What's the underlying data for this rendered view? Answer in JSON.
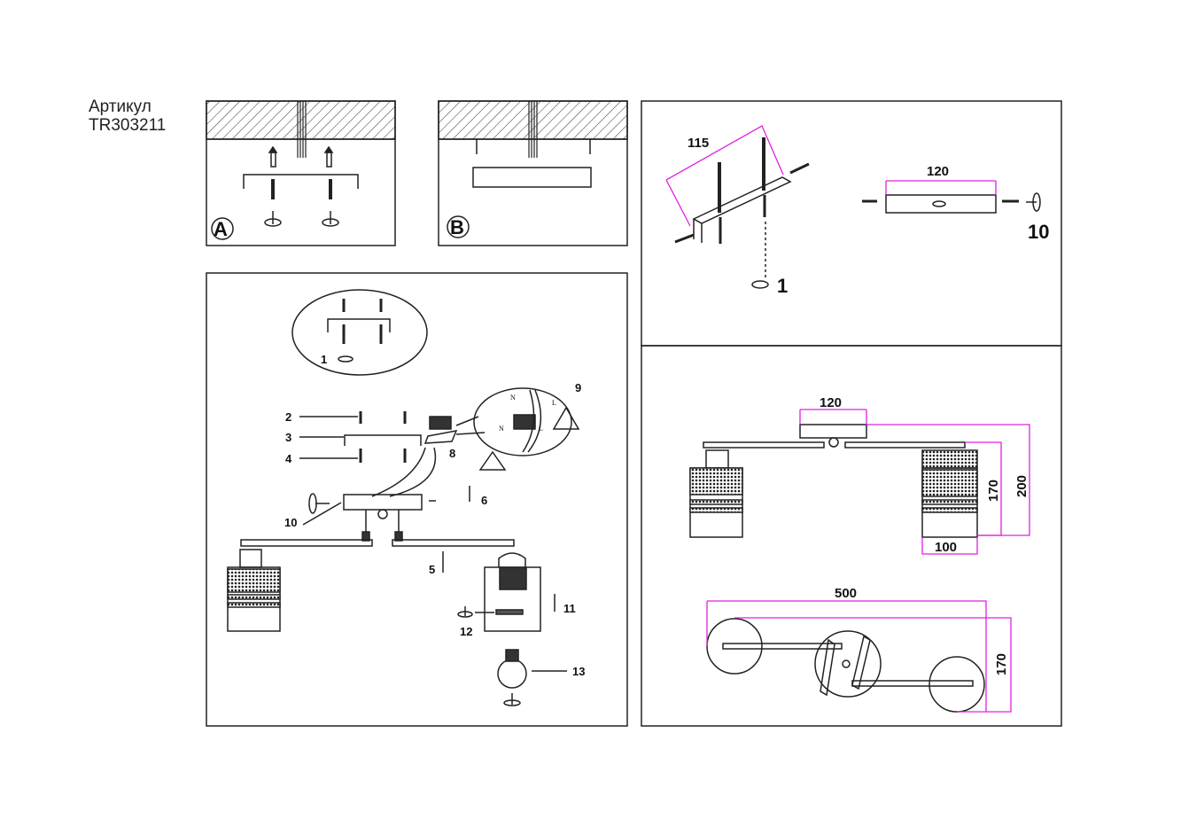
{
  "header": {
    "label": "Артикул",
    "article": "TR303211"
  },
  "panel_a": {
    "label": "A"
  },
  "panel_b": {
    "label": "B"
  },
  "assembly": {
    "inset_step": "1",
    "steps": {
      "s2": "2",
      "s3": "3",
      "s4": "4",
      "s5": "5",
      "s6": "6",
      "s8": "8",
      "s9": "9",
      "s10": "10",
      "s11": "11",
      "s12": "12",
      "s13": "13"
    },
    "wiring": {
      "n1": "N",
      "l1": "L",
      "n2": "N",
      "l2": "L"
    }
  },
  "mounting": {
    "dim_bracket": "115",
    "dim_plate": "120",
    "step_screw": "1",
    "step_side": "10"
  },
  "dimensions": {
    "canopy_width": "120",
    "height_shade": "170",
    "height_total": "200",
    "shade_diameter": "100",
    "length": "500",
    "depth": "170"
  },
  "colors": {
    "dimension_line": "#e020e0",
    "line": "#222222"
  }
}
